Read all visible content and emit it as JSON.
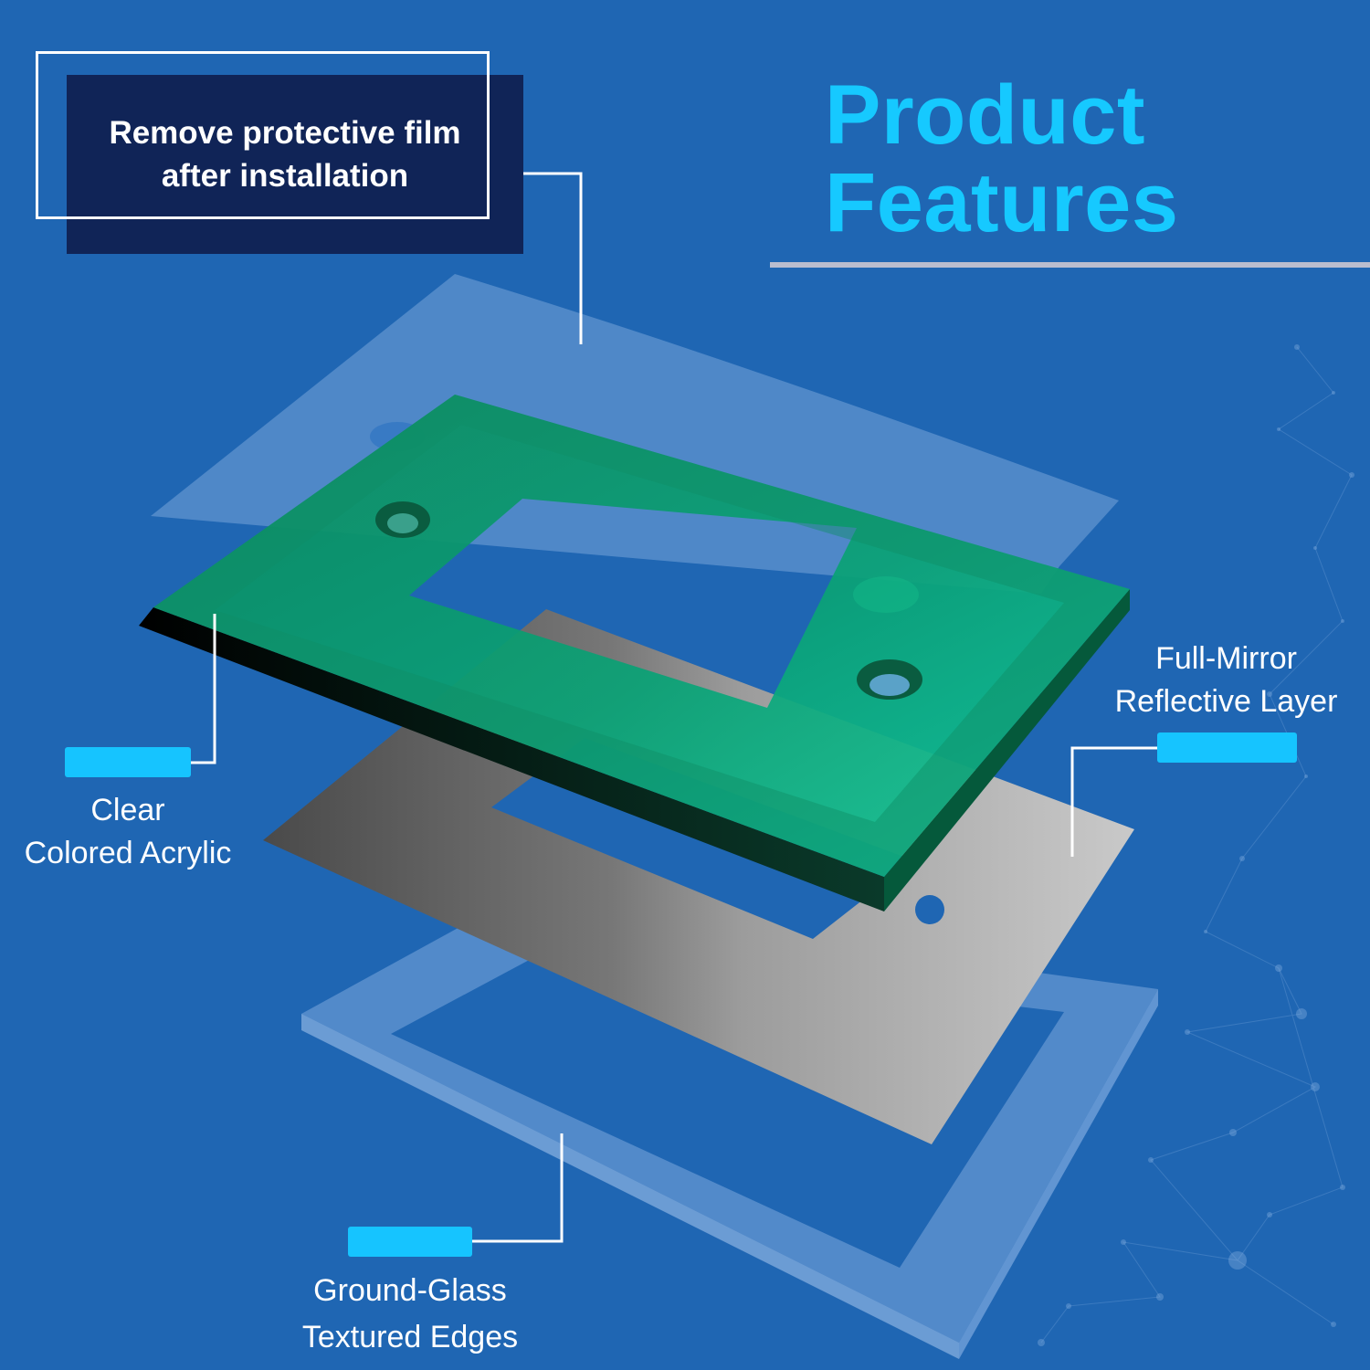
{
  "title": {
    "line1": "Product",
    "line2": "Features"
  },
  "notice": {
    "line1": "Remove protective film",
    "line2": "after installation"
  },
  "labels": {
    "acrylic": {
      "line1": "Clear",
      "line2": "Colored Acrylic"
    },
    "mirror": {
      "line1": "Full-Mirror",
      "line2": "Reflective Layer"
    },
    "glass": {
      "line1": "Ground-Glass",
      "line2": "Textured Edges"
    }
  },
  "colors": {
    "background": "#1f66b3",
    "accent": "#16c9ff",
    "notice_box": "#102457",
    "acrylic_green": "#0fa877",
    "mirror_gray": "#9a9a9a"
  }
}
